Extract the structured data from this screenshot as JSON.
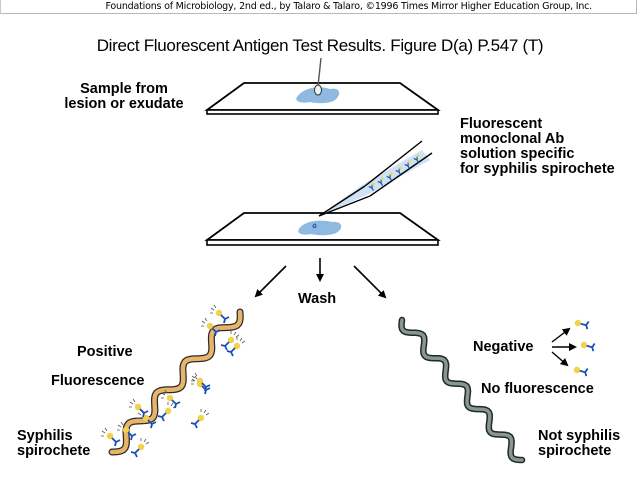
{
  "banner": {
    "text": "Foundations of Microbiology, 2nd ed., by Talaro & Talaro, ©1996 Times Mirror Higher Education Group, Inc."
  },
  "title": "Direct Fluorescent Antigen Test Results.  Figure D(a) P.547 (T)",
  "labels": {
    "sample": [
      "Sample from",
      "lesion or exudate"
    ],
    "antibody": [
      "Fluorescent",
      "monoclonal Ab",
      "solution specific",
      "for syphilis spirochete"
    ],
    "wash": "Wash",
    "positive": "Positive",
    "fluorescence": "Fluorescence",
    "syphilis": [
      "Syphilis",
      "spirochete"
    ],
    "negative": "Negative",
    "no_fluorescence": "No fluorescence",
    "not_syphilis": [
      "Not syphilis",
      "spirochete"
    ]
  },
  "colors": {
    "sample_fluid": "#8fb9e0",
    "antibody_blue": "#1a4fb5",
    "fluorescent_yellow": "#f2d24a",
    "positive_spirochete": "#e7b46a",
    "negative_spirochete": "#8a9690"
  }
}
